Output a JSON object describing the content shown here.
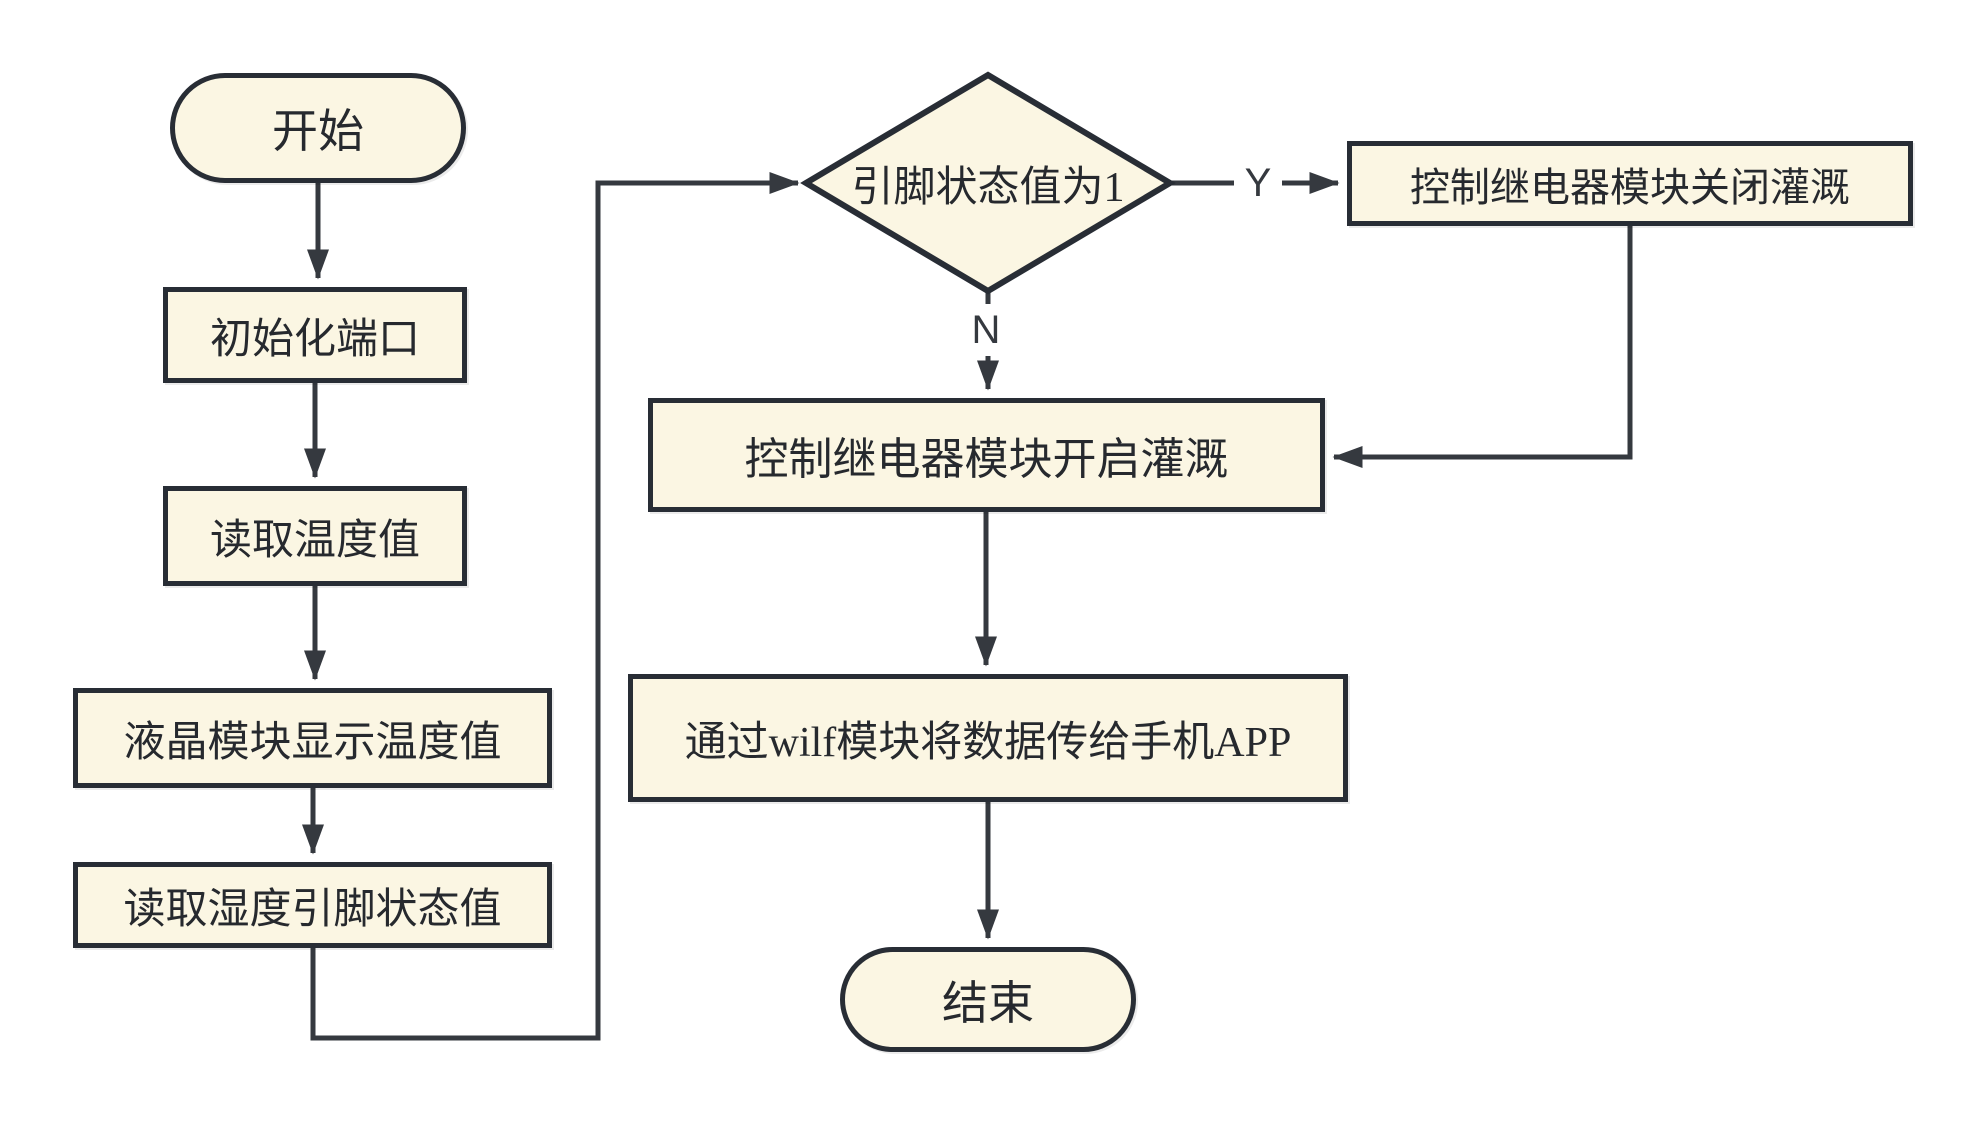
{
  "flowchart": {
    "nodes": {
      "start": {
        "label": "开始",
        "shape": "stadium"
      },
      "init": {
        "label": "初始化端口",
        "shape": "rect"
      },
      "readtemp": {
        "label": "读取温度值",
        "shape": "rect"
      },
      "lcd": {
        "label": "液晶模块显示温度值",
        "shape": "rect"
      },
      "readhum": {
        "label": "读取湿度引脚状态值",
        "shape": "rect"
      },
      "decision": {
        "label": "引脚状态值为1",
        "shape": "diamond"
      },
      "relayoff": {
        "label": "控制继电器模块关闭灌溉",
        "shape": "rect"
      },
      "relayon": {
        "label": "控制继电器模块开启灌溉",
        "shape": "rect"
      },
      "wifi": {
        "label": "通过wilf模块将数据传给手机APP",
        "shape": "rect"
      },
      "end": {
        "label": "结束",
        "shape": "stadium"
      }
    },
    "edge_labels": {
      "yes": "Y",
      "no": "N"
    },
    "edges": [
      {
        "from": "start",
        "to": "init",
        "label": ""
      },
      {
        "from": "init",
        "to": "readtemp",
        "label": ""
      },
      {
        "from": "readtemp",
        "to": "lcd",
        "label": ""
      },
      {
        "from": "lcd",
        "to": "readhum",
        "label": ""
      },
      {
        "from": "readhum",
        "to": "decision",
        "label": ""
      },
      {
        "from": "decision",
        "to": "relayoff",
        "label": "Y"
      },
      {
        "from": "decision",
        "to": "relayon",
        "label": "N"
      },
      {
        "from": "relayoff",
        "to": "relayon",
        "label": ""
      },
      {
        "from": "relayon",
        "to": "wifi",
        "label": ""
      },
      {
        "from": "wifi",
        "to": "end",
        "label": ""
      }
    ],
    "colors": {
      "background": "#FFFFFF",
      "node_fill": "#FBF6E3",
      "node_border": "#282D35",
      "edge": "#35393F",
      "text": "#26292E"
    }
  }
}
